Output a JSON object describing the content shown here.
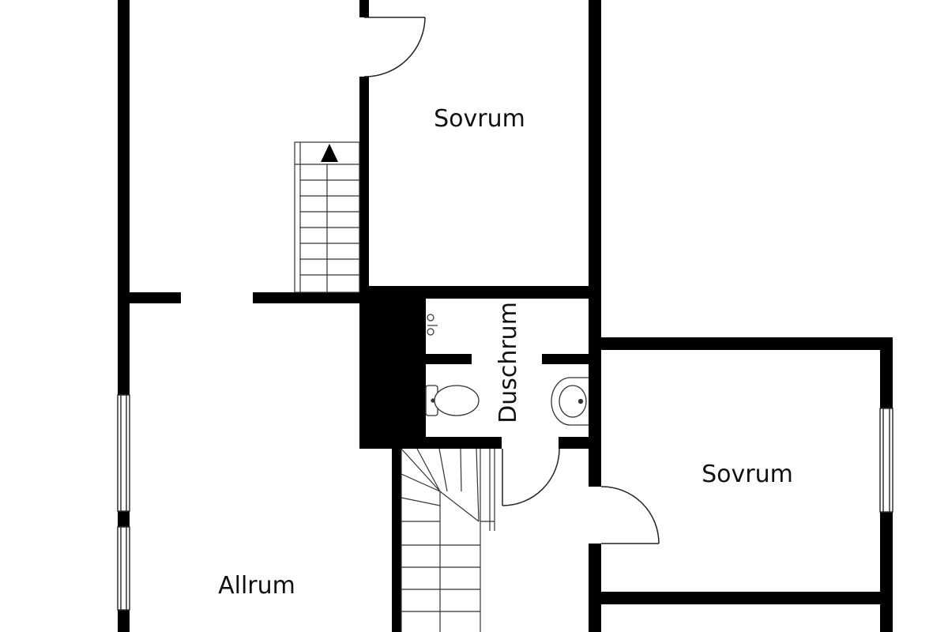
{
  "rooms": [
    {
      "id": "sovrum-top",
      "label": "Sovrum"
    },
    {
      "id": "duschrum",
      "label": "Duschrum"
    },
    {
      "id": "sovrum-right",
      "label": "Sovrum"
    },
    {
      "id": "allrum",
      "label": "Allrum"
    }
  ],
  "colors": {
    "wall": "#000000",
    "line": "#222222",
    "background": "#ffffff"
  },
  "icons": [
    "stair-arrow-icon",
    "toilet-icon",
    "sink-icon",
    "faucet-icon",
    "door-swing-icon",
    "window-icon"
  ]
}
